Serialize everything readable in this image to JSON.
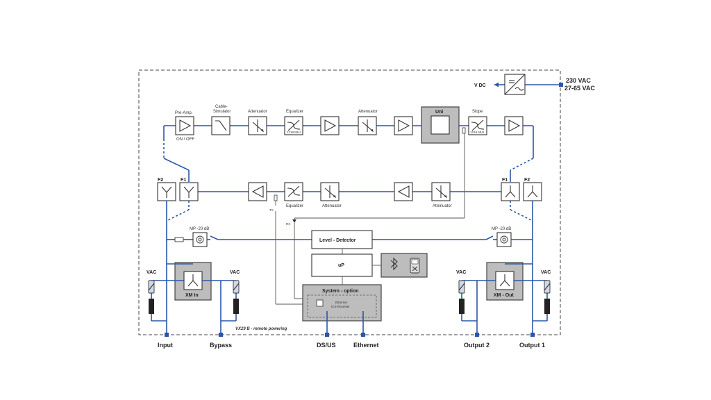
{
  "power": {
    "input_line1": "230 VAC",
    "input_line2": "27-65 VAC",
    "output": "V DC"
  },
  "forward": {
    "preamp_label": "Pre-Amp.",
    "preamp_sub": "ON / OFF",
    "cable_sim_line1": "Cable-",
    "cable_sim_line2": "Simulator",
    "attenuator1": "Attenuator",
    "equalizer": "Equalizer",
    "equalizer_freq": "1218 MHz",
    "attenuator2": "Attenuator",
    "uni": "Uni",
    "slope": "Slope",
    "slope_freq": "1218 MHz"
  },
  "return": {
    "equalizer": "Equalizer",
    "attenuator1": "Attenuator",
    "attenuator2": "Attenuator",
    "tx": "TX",
    "rx": "RX"
  },
  "filters": {
    "left_f2": "F2",
    "left_f1": "F1",
    "right_f1": "F1",
    "right_f2": "F2"
  },
  "monitor": {
    "left": "MP -20 dB",
    "right": "MP -20 dB"
  },
  "control": {
    "level_detector": "Level - Detector",
    "up": "uP",
    "system_option": "System - option",
    "ethernet_line1": "Ethernet",
    "ethernet_line2": "ICS-Receiver"
  },
  "xm": {
    "in": "XM In",
    "out": "XM - Out"
  },
  "vac": {
    "a": "VAC",
    "b": "VAC",
    "c": "VAC",
    "d": "VAC"
  },
  "note": "VX29 B - remote powering",
  "ports": {
    "input": "Input",
    "bypass": "Bypass",
    "ds_us": "DS/US",
    "ethernet": "Ethernet",
    "output2": "Output 2",
    "output1": "Output 1"
  },
  "colors": {
    "signal_line": "#2b56a8",
    "module_fill": "#bdbdbd"
  }
}
